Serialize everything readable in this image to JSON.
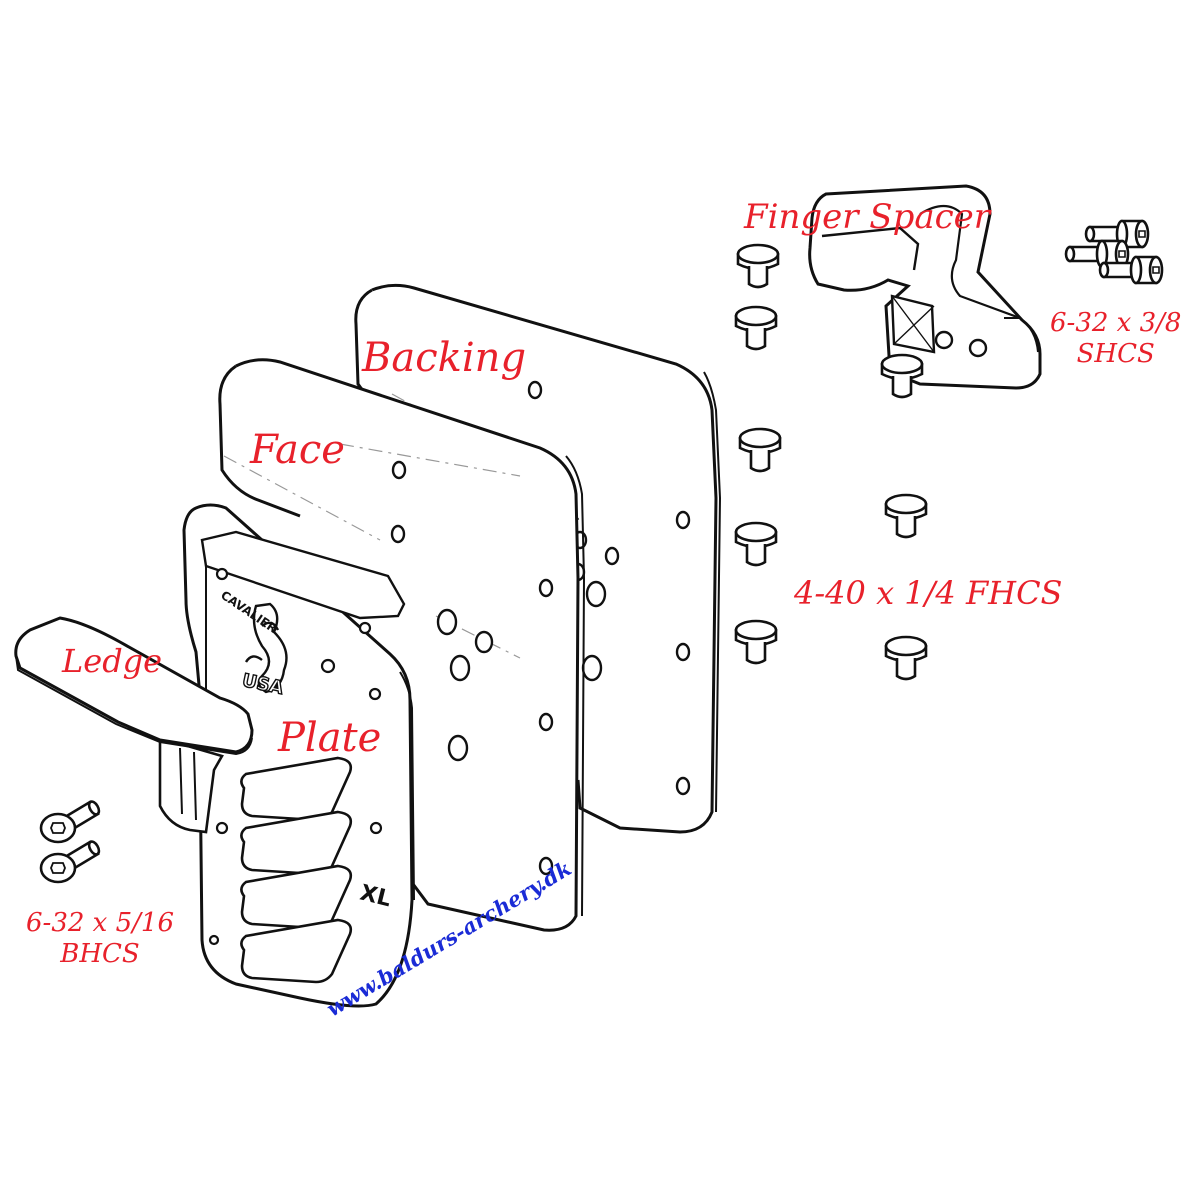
{
  "parts": {
    "backing": "Backing",
    "face": "Face",
    "plate": "Plate",
    "ledge": "Ledge",
    "finger_spacer": "Finger Spacer"
  },
  "screws": {
    "fhcs": "4-40 x 1/4 FHCS",
    "shcs_size": "6-32 x 3/8",
    "shcs_type": "SHCS",
    "bhcs_size": "6-32 x 5/16",
    "bhcs_type": "BHCS"
  },
  "plate_marks": {
    "logo_top": "CAVALIER",
    "logo_bottom": "USA",
    "size": "XL"
  },
  "watermark": "www.baldurs-archery.dk",
  "colors": {
    "label": "#e8212b",
    "watermark": "#1a2bd6",
    "line": "#111111"
  }
}
